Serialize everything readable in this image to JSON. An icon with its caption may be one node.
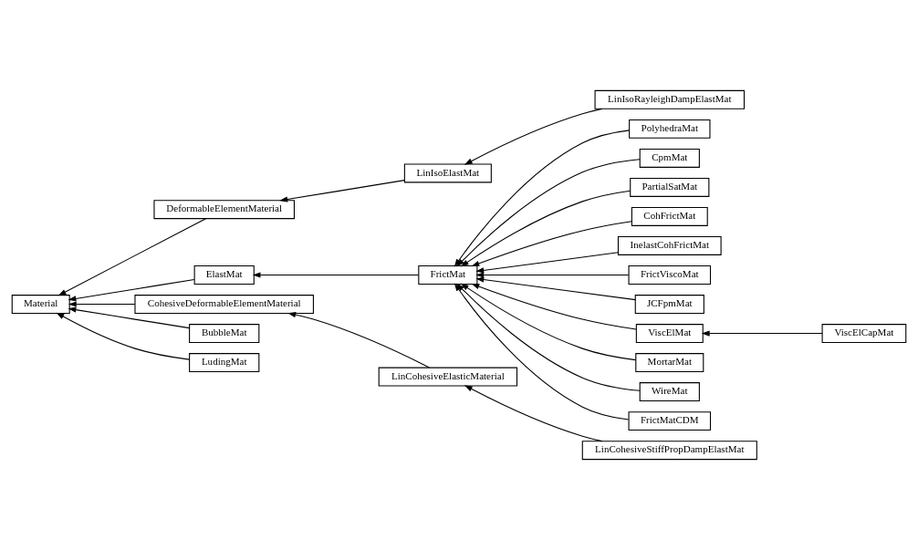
{
  "diagram": {
    "nodes": [
      {
        "text": [
          "Material"
        ]
      },
      {
        "text": [
          "DeformableElementMaterial"
        ]
      },
      {
        "text": [
          "ElastMat"
        ]
      },
      {
        "text": [
          "CohesiveDeformableElementMaterial"
        ]
      },
      {
        "text": [
          "BubbleMat"
        ]
      },
      {
        "text": [
          "LudingMat"
        ]
      },
      {
        "text": [
          "LinIsoElastMat"
        ]
      },
      {
        "text": [
          "FrictMat"
        ]
      },
      {
        "text": [
          "LinCohesiveElasticMaterial"
        ]
      },
      {
        "text": [
          "LinIsoRayleighDampElastMat"
        ]
      },
      {
        "text": [
          "PolyhedraMat"
        ]
      },
      {
        "text": [
          "CpmMat"
        ]
      },
      {
        "text": [
          "PartialSatMat"
        ]
      },
      {
        "text": [
          "CohFrictMat"
        ]
      },
      {
        "text": [
          "InelastCohFrictMat"
        ]
      },
      {
        "text": [
          "FrictViscoMat"
        ]
      },
      {
        "text": [
          "JCFpmMat"
        ]
      },
      {
        "text": [
          "ViscElMat"
        ]
      },
      {
        "text": [
          "MortarMat"
        ]
      },
      {
        "text": [
          "WireMat"
        ]
      },
      {
        "text": [
          "FrictMatCDM"
        ]
      },
      {
        "text": [
          "LinCohesiveStiffPropDampElastMat"
        ]
      },
      {
        "text": [
          "ViscElCapMat"
        ]
      }
    ],
    "edges": [
      {
        "from": 1,
        "to": 0,
        "arrow": "to"
      },
      {
        "from": 2,
        "to": 0,
        "arrow": "to"
      },
      {
        "from": 3,
        "to": 0,
        "arrow": "to"
      },
      {
        "from": 4,
        "to": 0,
        "arrow": "to"
      },
      {
        "from": 5,
        "to": 0,
        "arrow": "to"
      },
      {
        "from": 6,
        "to": 1,
        "arrow": "to"
      },
      {
        "from": 7,
        "to": 2,
        "arrow": "to"
      },
      {
        "from": 8,
        "to": 3,
        "arrow": "to"
      },
      {
        "from": 9,
        "to": 6,
        "arrow": "to"
      },
      {
        "from": 10,
        "to": 7,
        "arrow": "to"
      },
      {
        "from": 11,
        "to": 7,
        "arrow": "to"
      },
      {
        "from": 12,
        "to": 7,
        "arrow": "to"
      },
      {
        "from": 13,
        "to": 7,
        "arrow": "to"
      },
      {
        "from": 14,
        "to": 7,
        "arrow": "to"
      },
      {
        "from": 15,
        "to": 7,
        "arrow": "to"
      },
      {
        "from": 16,
        "to": 7,
        "arrow": "to"
      },
      {
        "from": 17,
        "to": 7,
        "arrow": "to"
      },
      {
        "from": 18,
        "to": 7,
        "arrow": "to"
      },
      {
        "from": 19,
        "to": 7,
        "arrow": "to"
      },
      {
        "from": 20,
        "to": 7,
        "arrow": "to"
      },
      {
        "from": 21,
        "to": 8,
        "arrow": "to"
      },
      {
        "from": 22,
        "to": 17,
        "arrow": "to"
      }
    ]
  }
}
